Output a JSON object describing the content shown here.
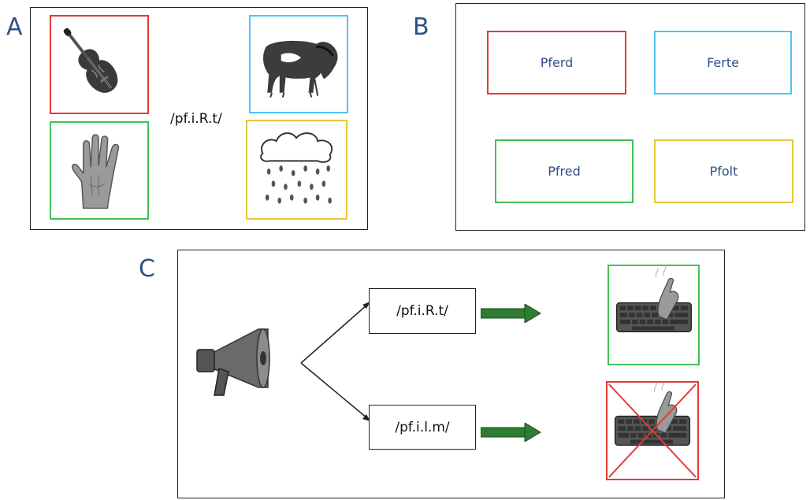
{
  "panel_a": {
    "letter": "A",
    "transcription": "/pf.i.R.t/",
    "pictures": [
      {
        "name": "violin",
        "color": "#e53935"
      },
      {
        "name": "horse",
        "color": "#4fc3f7"
      },
      {
        "name": "hand",
        "color": "#43c257"
      },
      {
        "name": "rain-cloud",
        "color": "#e8c63a"
      }
    ]
  },
  "panel_b": {
    "letter": "B",
    "words": [
      "Pferd",
      "Ferte",
      "Pfred",
      "Pfolt"
    ],
    "colors": [
      "#e53935",
      "#4fc3f7",
      "#43c257",
      "#e8c63a"
    ]
  },
  "panel_c": {
    "letter": "C",
    "transcriptions": [
      "/pf.i.R.t/",
      "/pf.i.l.m/"
    ],
    "accept_color": "#43c257",
    "reject_color": "#e53935",
    "arrow_color": "#2e7d32",
    "icons": [
      "megaphone-icon",
      "keyboard-icon"
    ]
  }
}
